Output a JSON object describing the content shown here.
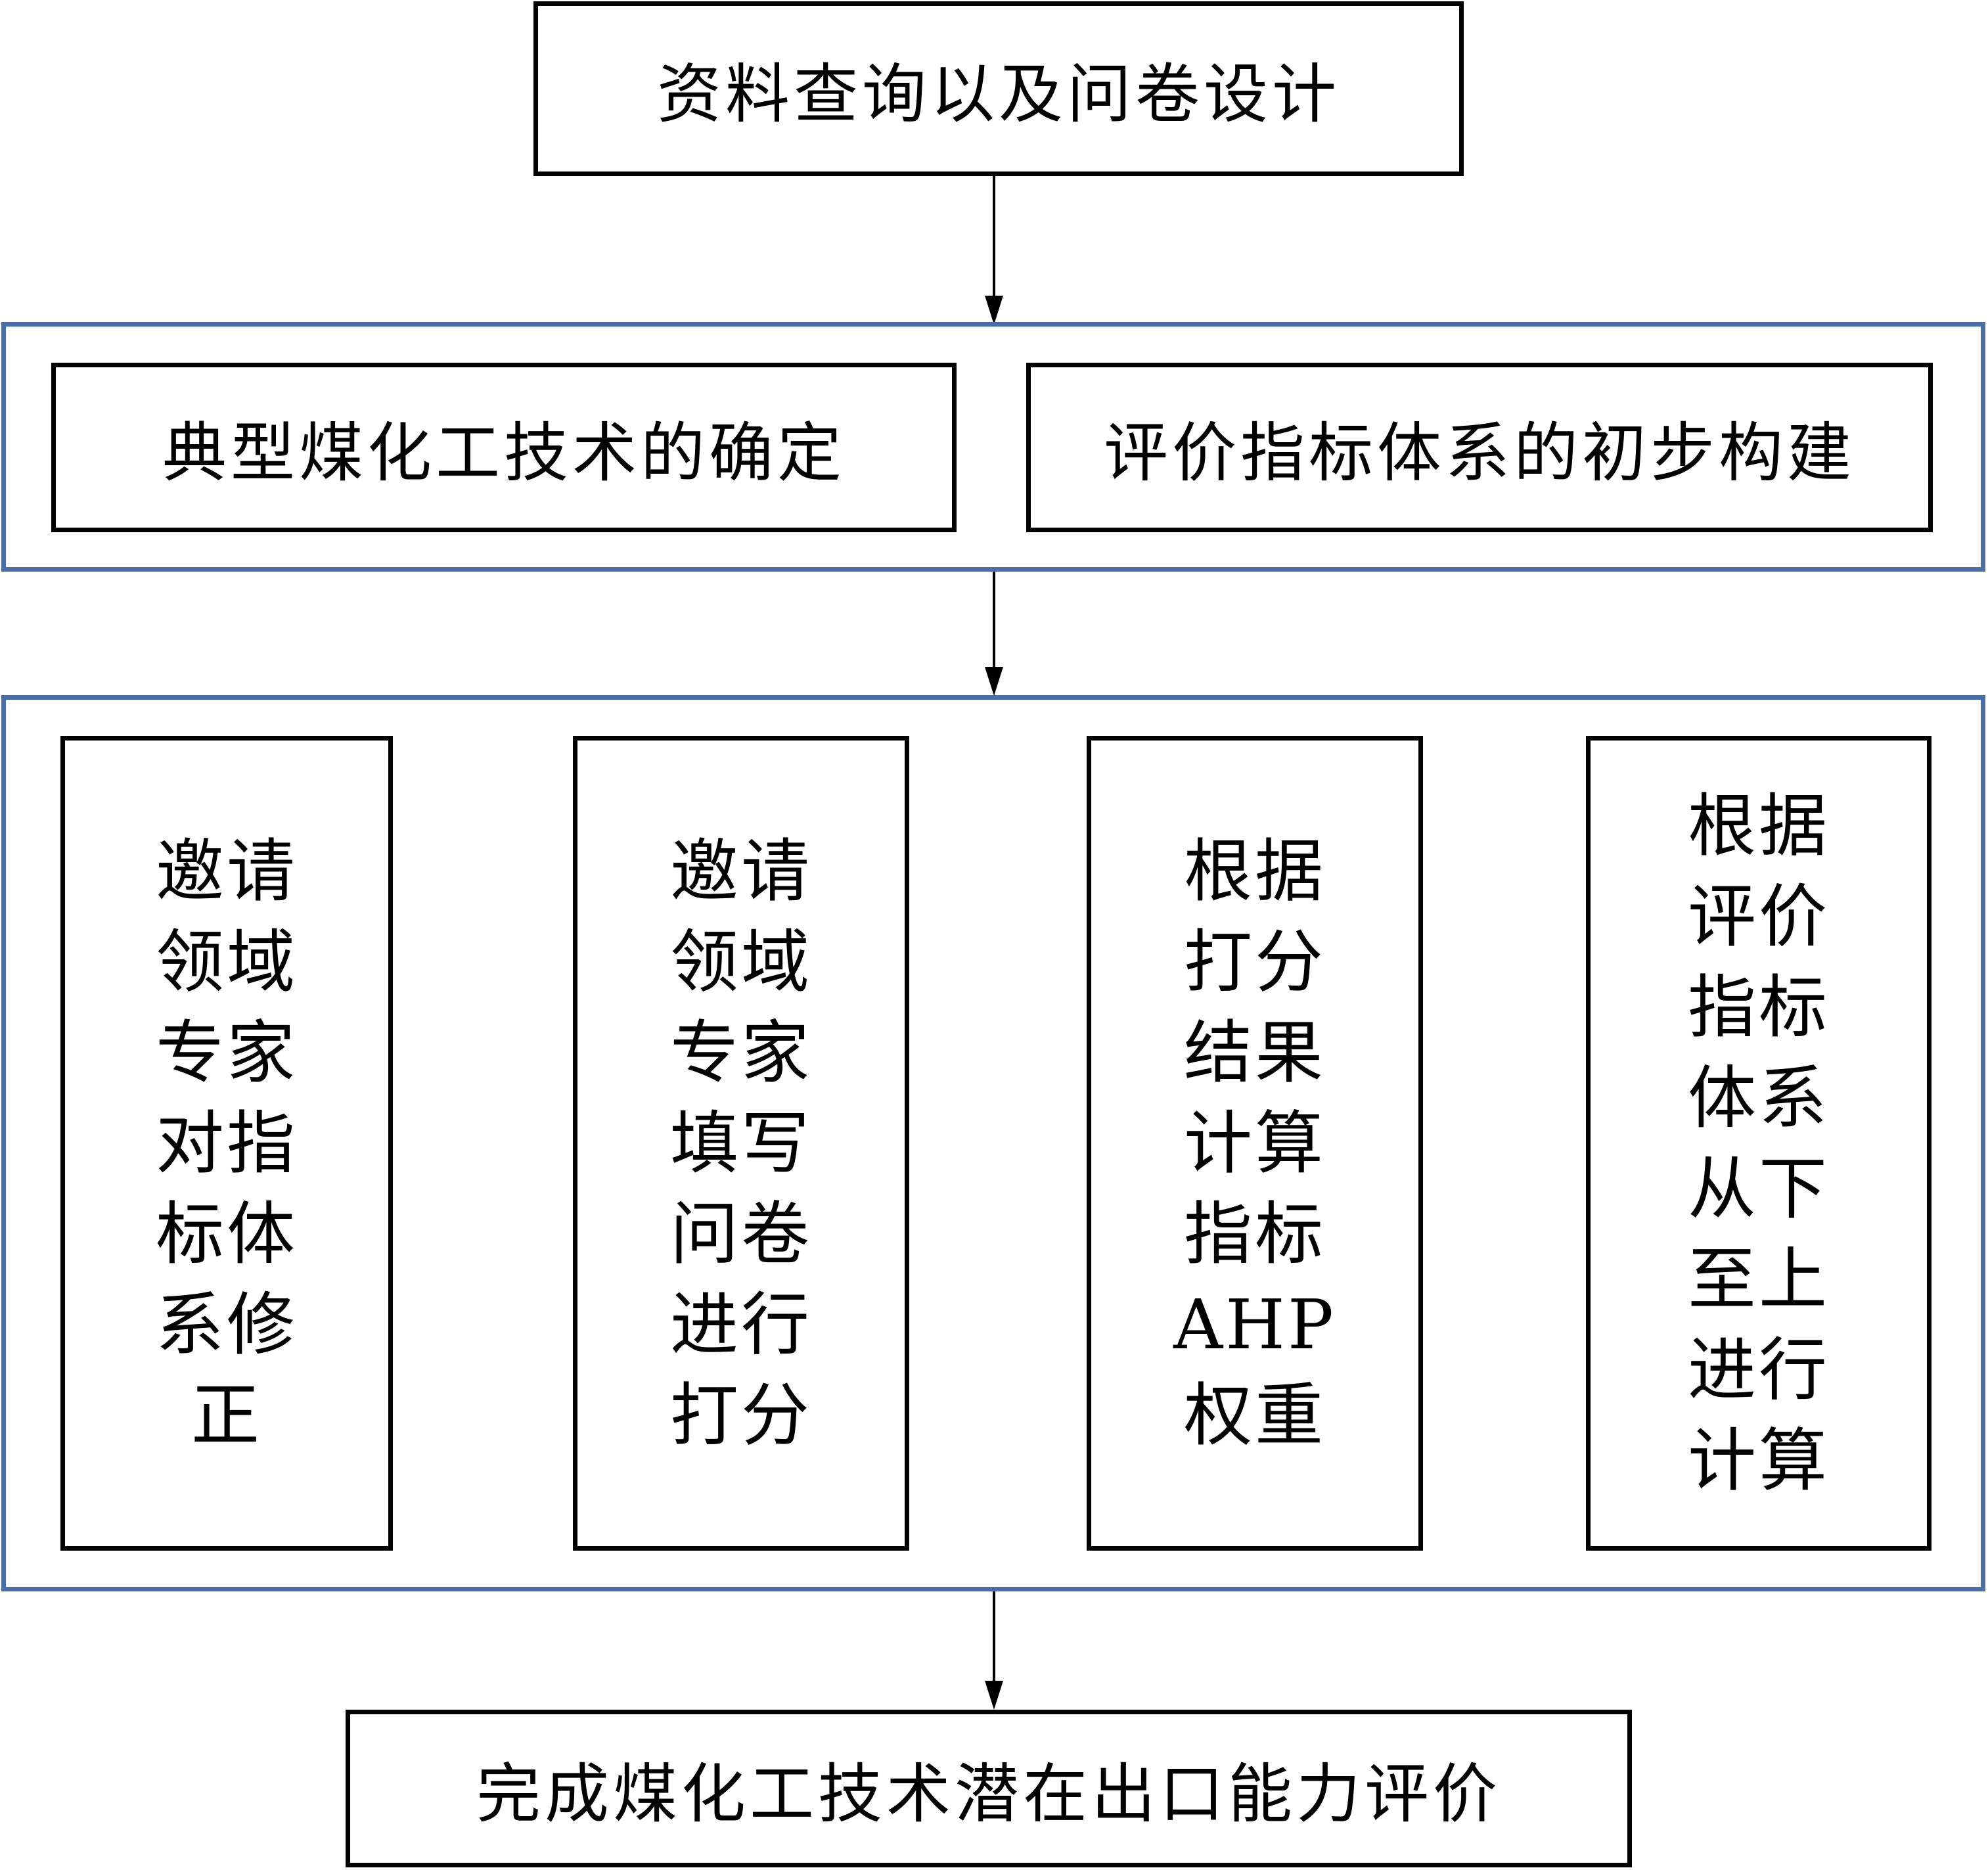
{
  "top": {
    "label": "资料查询以及问卷设计"
  },
  "stage1": {
    "left": "典型煤化工技术的确定",
    "right": "评价指标体系的初步构建"
  },
  "stage2": {
    "col1": [
      "邀请",
      "领域",
      "专家",
      "对指",
      "标体",
      "系修",
      "正"
    ],
    "col2": [
      "邀请",
      "领域",
      "专家",
      "填写",
      "问卷",
      "进行",
      "打分"
    ],
    "col3": [
      "根据",
      "打分",
      "结果",
      "计算",
      "指标",
      "AHP",
      "权重"
    ],
    "col4": [
      "根据",
      "评价",
      "指标",
      "体系",
      "从下",
      "至上",
      "进行",
      "计算"
    ]
  },
  "bottom": {
    "label": "完成煤化工技术潜在出口能力评价"
  },
  "colors": {
    "group_border": "#4a6ea8",
    "box_border": "#000000"
  }
}
